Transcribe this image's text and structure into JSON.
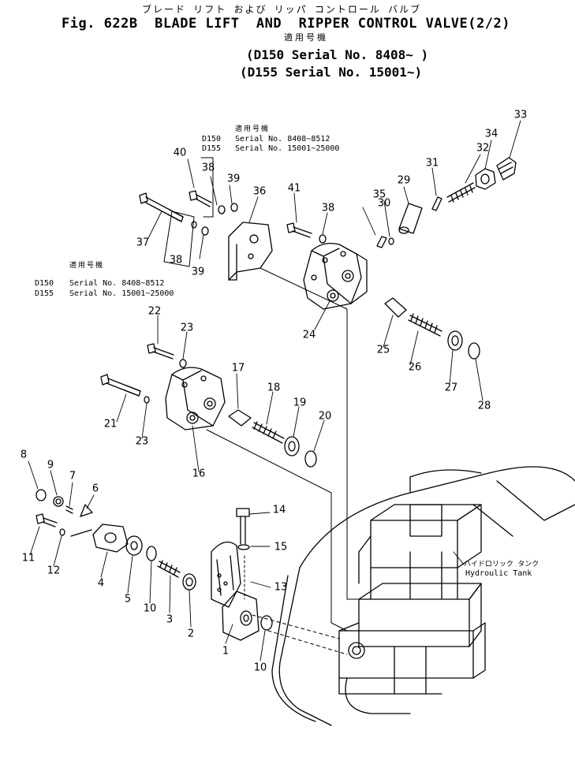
{
  "title": {
    "kana": "ブレード リフト および リッパ コントロール バルブ",
    "main": "Fig. 622B  BLADE LIFT  AND  RIPPER CONTROL VALVE(2/2)",
    "applicability_jp": "適用号機",
    "serial_line_1": "(D150 Serial No. 8408~ )",
    "serial_line_2": "(D155 Serial No. 15001~)"
  },
  "upper_note": {
    "heading": "適用号機",
    "d150": "D150",
    "d150_serial": "Serial No. 8408~8512",
    "d155": "D155",
    "d155_serial": "Serial No. 15001~25000"
  },
  "left_note": {
    "heading": "適用号機",
    "d150": "D150",
    "d150_serial": "Serial No. 8408~8512",
    "d155": "D155",
    "d155_serial": "Serial No. 15001~25000"
  },
  "tank_label": {
    "jp": "ハイドロリック タンク",
    "en": "Hydroulic Tank"
  },
  "parts": [
    {
      "num": "1"
    },
    {
      "num": "2"
    },
    {
      "num": "3"
    },
    {
      "num": "4"
    },
    {
      "num": "5"
    },
    {
      "num": "6"
    },
    {
      "num": "7"
    },
    {
      "num": "8"
    },
    {
      "num": "9"
    },
    {
      "num": "10"
    },
    {
      "num": "10"
    },
    {
      "num": "11"
    },
    {
      "num": "12"
    },
    {
      "num": "13"
    },
    {
      "num": "14"
    },
    {
      "num": "15"
    },
    {
      "num": "16"
    },
    {
      "num": "17"
    },
    {
      "num": "18"
    },
    {
      "num": "19"
    },
    {
      "num": "20"
    },
    {
      "num": "21"
    },
    {
      "num": "22"
    },
    {
      "num": "23"
    },
    {
      "num": "23"
    },
    {
      "num": "24"
    },
    {
      "num": "25"
    },
    {
      "num": "26"
    },
    {
      "num": "27"
    },
    {
      "num": "28"
    },
    {
      "num": "29"
    },
    {
      "num": "30"
    },
    {
      "num": "31"
    },
    {
      "num": "32"
    },
    {
      "num": "33"
    },
    {
      "num": "34"
    },
    {
      "num": "35"
    },
    {
      "num": "36"
    },
    {
      "num": "37"
    },
    {
      "num": "38"
    },
    {
      "num": "38"
    },
    {
      "num": "38"
    },
    {
      "num": "39"
    },
    {
      "num": "39"
    },
    {
      "num": "40"
    },
    {
      "num": "41"
    }
  ]
}
